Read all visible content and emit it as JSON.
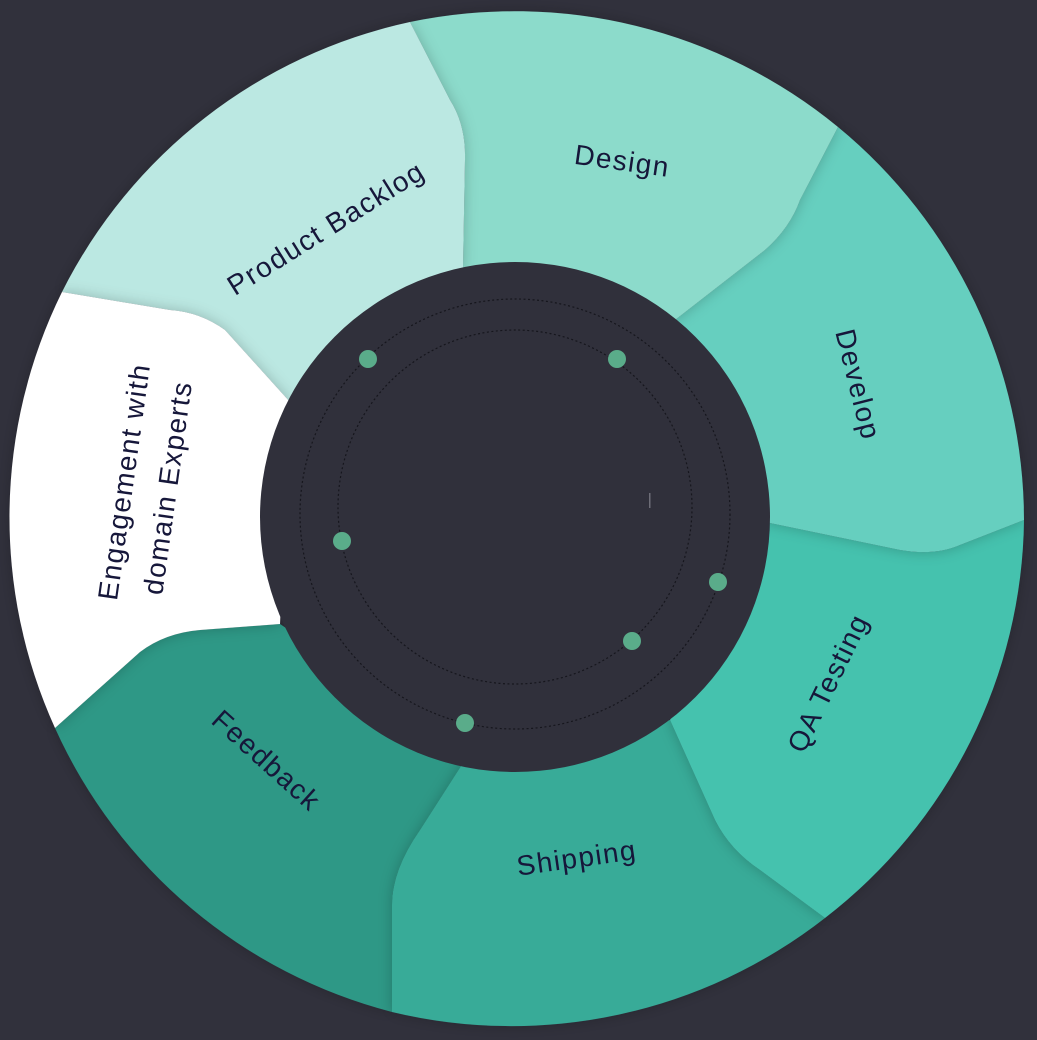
{
  "diagram": {
    "segments": [
      {
        "id": "product-backlog",
        "lines": [
          "Product Backlog"
        ],
        "color": "#bbe8e2"
      },
      {
        "id": "design",
        "lines": [
          "Design"
        ],
        "color": "#8cdbcb"
      },
      {
        "id": "develop",
        "lines": [
          "Develop"
        ],
        "color": "#66cfbf"
      },
      {
        "id": "qa-testing",
        "lines": [
          "QA Testing"
        ],
        "color": "#45c2ae"
      },
      {
        "id": "shipping",
        "lines": [
          "Shipping"
        ],
        "color": "#37ab98"
      },
      {
        "id": "feedback",
        "lines": [
          "Feedback"
        ],
        "color": "#2f9886"
      },
      {
        "id": "engagement",
        "lines": [
          "Engagement with",
          "domain Experts"
        ],
        "color": "#ffffff"
      }
    ],
    "hub_color": "#30303b",
    "dot_color": "#5aac8a",
    "hub_dots": 6
  }
}
